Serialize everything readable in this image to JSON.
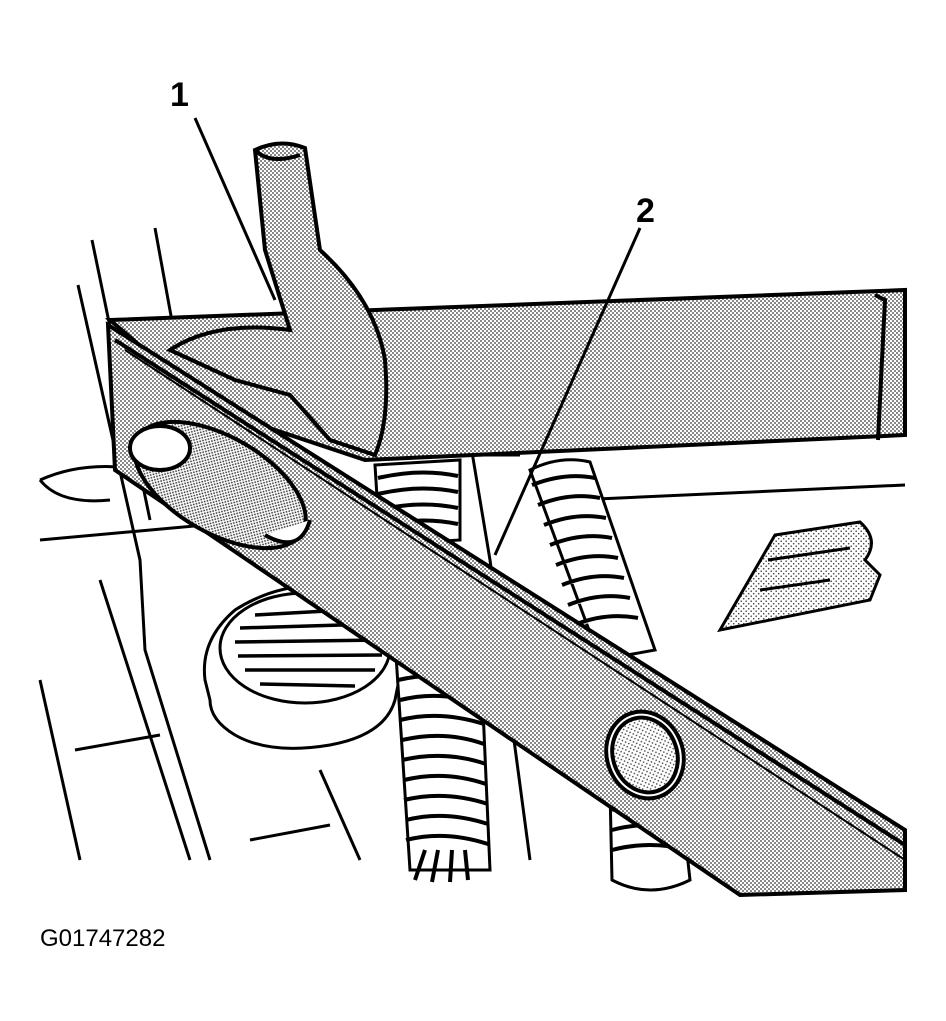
{
  "callouts": [
    {
      "id": "1",
      "label": "1"
    },
    {
      "id": "2",
      "label": "2"
    }
  ],
  "figure_id": "G01747282"
}
